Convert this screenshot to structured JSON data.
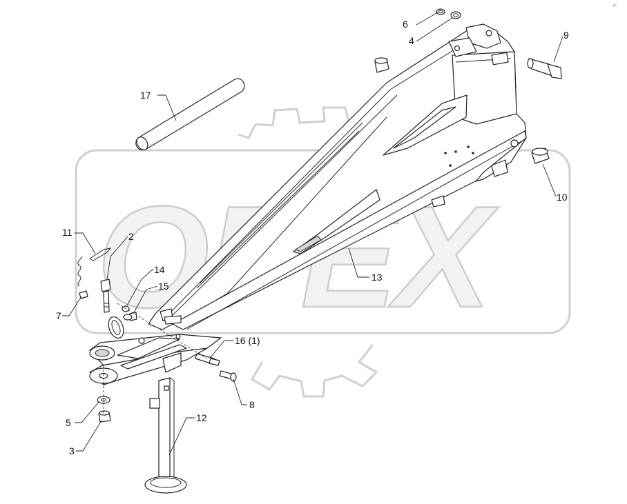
{
  "watermark": {
    "text": "OPEX"
  },
  "corner_mark": "⌐",
  "callouts": [
    {
      "id": "c1",
      "label": "6"
    },
    {
      "id": "c2",
      "label": "4"
    },
    {
      "id": "c3",
      "label": "9"
    },
    {
      "id": "c4",
      "label": "17"
    },
    {
      "id": "c5",
      "label": "10"
    },
    {
      "id": "c6",
      "label": "11"
    },
    {
      "id": "c7",
      "label": "2"
    },
    {
      "id": "c8",
      "label": "14"
    },
    {
      "id": "c9",
      "label": "15"
    },
    {
      "id": "c10",
      "label": "7"
    },
    {
      "id": "c11",
      "label": "13"
    },
    {
      "id": "c12",
      "label": "16 (1)"
    },
    {
      "id": "c13",
      "label": "8"
    },
    {
      "id": "c14",
      "label": "5"
    },
    {
      "id": "c15",
      "label": "3"
    },
    {
      "id": "c16",
      "label": "12"
    }
  ]
}
